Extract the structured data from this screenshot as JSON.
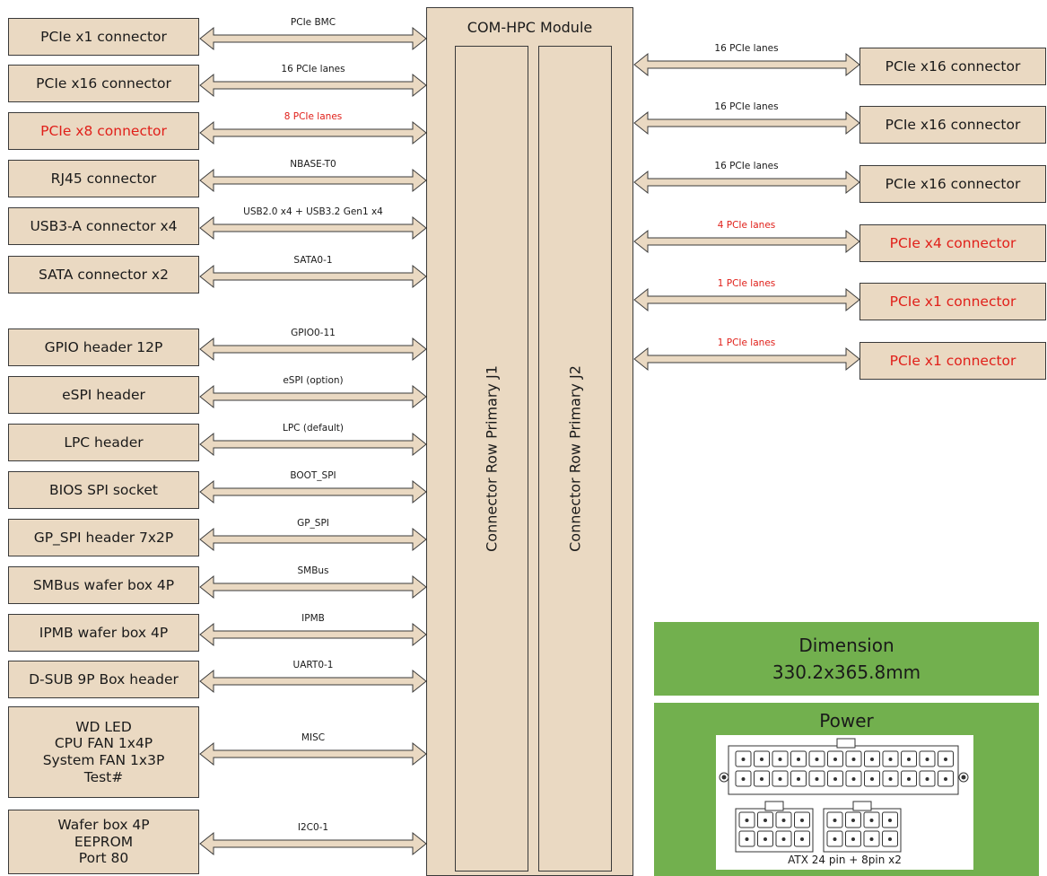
{
  "module": {
    "title": "COM-HPC Module",
    "rows": [
      "Connector Row Primary J1",
      "Connector Row Primary J2"
    ]
  },
  "left": [
    {
      "label": "PCIe x1 connector",
      "signal": "PCIe BMC",
      "red": false
    },
    {
      "label": "PCIe x16 connector",
      "signal": "16 PCIe lanes",
      "red": false
    },
    {
      "label": "PCIe x8 connector",
      "signal": "8 PCIe lanes",
      "red": true
    },
    {
      "label": "RJ45 connector",
      "signal": "NBASE-T0",
      "red": false
    },
    {
      "label": "USB3-A connector x4",
      "signal": "USB2.0 x4 + USB3.2 Gen1 x4",
      "red": false
    },
    {
      "label": "SATA connector x2",
      "signal": "SATA0-1",
      "red": false
    },
    {
      "label": "GPIO header 12P",
      "signal": "GPIO0-11",
      "red": false
    },
    {
      "label": "eSPI header",
      "signal": "eSPI (option)",
      "red": false
    },
    {
      "label": "LPC header",
      "signal": "LPC (default)",
      "red": false
    },
    {
      "label": "BIOS SPI socket",
      "signal": "BOOT_SPI",
      "red": false
    },
    {
      "label": "GP_SPI header 7x2P",
      "signal": "GP_SPI",
      "red": false
    },
    {
      "label": "SMBus wafer box 4P",
      "signal": "SMBus",
      "red": false
    },
    {
      "label": "IPMB wafer box 4P",
      "signal": "IPMB",
      "red": false
    },
    {
      "label": "D-SUB 9P Box header",
      "signal": "UART0-1",
      "red": false
    },
    {
      "label": "WD LED\nCPU FAN 1x4P\nSystem FAN 1x3P\nTest#",
      "signal": "MISC",
      "red": false
    },
    {
      "label": "Wafer box 4P\nEEPROM\nPort 80",
      "signal": "I2C0-1",
      "red": false
    }
  ],
  "right": [
    {
      "label": "PCIe x16 connector",
      "signal": "16 PCIe lanes",
      "red": false
    },
    {
      "label": "PCIe x16 connector",
      "signal": "16 PCIe lanes",
      "red": false
    },
    {
      "label": "PCIe x16 connector",
      "signal": "16 PCIe lanes",
      "red": false
    },
    {
      "label": "PCIe x4 connector",
      "signal": "4 PCIe lanes",
      "red": true
    },
    {
      "label": "PCIe x1 connector",
      "signal": "1 PCIe lanes",
      "red": true
    },
    {
      "label": "PCIe x1 connector",
      "signal": "1 PCIe lanes",
      "red": true
    }
  ],
  "dimension": {
    "line1": "Dimension",
    "line2": "330.2x365.8mm"
  },
  "power": {
    "title": "Power",
    "caption": "ATX 24 pin + 8pin x2"
  },
  "colors": {
    "box": "#ead9c2",
    "red": "#e0201a",
    "green": "#72b04e",
    "stroke": "#3a3a3a"
  }
}
